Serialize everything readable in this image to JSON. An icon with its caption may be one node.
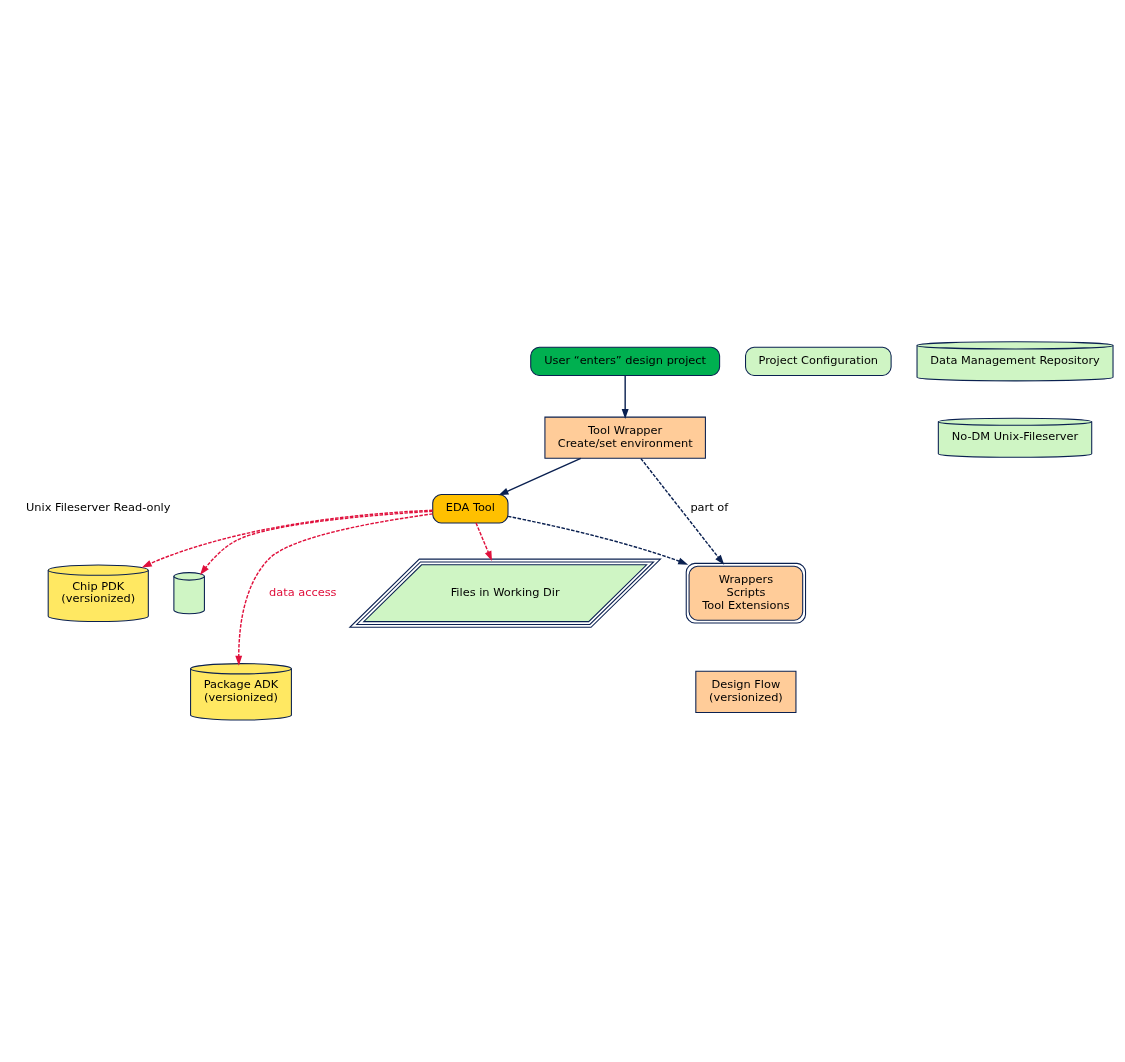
{
  "diagram": {
    "nodes": [
      {
        "text": [
          "Project Configuration"
        ]
      },
      {
        "text": [
          "User “enters” design project"
        ]
      },
      {
        "text": [
          "Chip PDK",
          "(versionized)"
        ]
      },
      {
        "text": [],
        "shape": "cylinder"
      },
      {
        "text": [
          "Tool Wrapper",
          "Create/set environment"
        ]
      },
      {
        "text": [
          "Package ADK",
          "(versionized)"
        ]
      },
      {
        "text": [
          "EDA Tool"
        ]
      },
      {
        "text": [
          "Data Management Repository"
        ]
      },
      {
        "text": [
          "Files in Working Dir"
        ]
      },
      {
        "text": [
          "Wrappers",
          "Scripts",
          "Tool Extensions"
        ]
      },
      {
        "text": [
          "No-DM Unix-Fileserver"
        ]
      },
      {
        "text": [
          "Design Flow",
          "(versionized)"
        ]
      }
    ],
    "edges": [
      {
        "from": 1,
        "to": 4,
        "arrow": "to"
      },
      {
        "from": 4,
        "to": 6,
        "arrow": "to"
      },
      {
        "from": 6,
        "to": 2,
        "arrow": "to",
        "style": "dashed",
        "color": "#e0103c"
      },
      {
        "from": 6,
        "to": 3,
        "arrow": "to",
        "style": "dashed",
        "color": "#e0103c"
      },
      {
        "from": 6,
        "to": 5,
        "arrow": "to",
        "label": "data access",
        "style": "dashed",
        "color": "#e0103c"
      },
      {
        "from": 6,
        "to": 8,
        "arrow": "to",
        "style": "dashed",
        "color": "#e0103c"
      },
      {
        "from": 6,
        "to": 9,
        "arrow": "to",
        "style": "dashed"
      },
      {
        "from": 4,
        "to": 9,
        "arrow": "to",
        "label": "part of",
        "style": "dashed"
      }
    ],
    "labels": [
      "Unix Fileserver Read-only"
    ]
  }
}
